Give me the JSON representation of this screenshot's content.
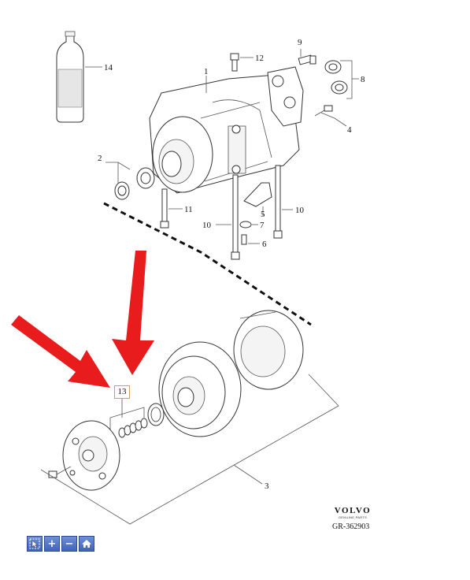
{
  "callouts": {
    "c1": "1",
    "c2": "2",
    "c3": "3",
    "c4": "4",
    "c5": "5",
    "c6": "6",
    "c7": "7",
    "c8": "8",
    "c9": "9",
    "c10a": "10",
    "c10b": "10",
    "c11": "11",
    "c12": "12",
    "c13": "13",
    "c14": "14"
  },
  "brand": {
    "name": "VOLVO",
    "subtitle": "GENUINE PARTS"
  },
  "reference": "GR-362903",
  "toolbar": {
    "select_icon": "cursor-select-icon",
    "zoom_in_icon": "plus-icon",
    "zoom_out_icon": "minus-icon",
    "home_icon": "home-icon",
    "zoom_in_label": "+",
    "zoom_out_label": "−"
  },
  "colors": {
    "arrow": "#e81c1c",
    "highlight_border": "#c8a060",
    "toolbar": "#4a6cc0"
  }
}
